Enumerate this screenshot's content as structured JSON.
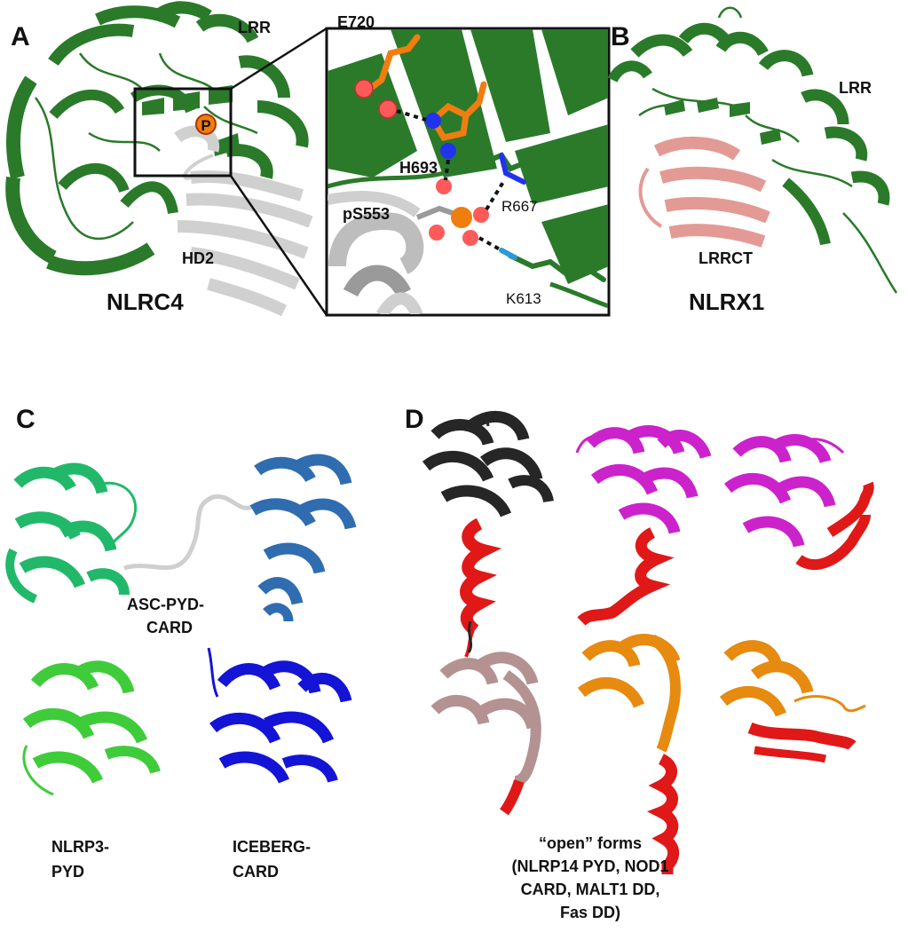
{
  "panels": {
    "A": "A",
    "B": "B",
    "C": "C",
    "D": "D"
  },
  "panel_a": {
    "lrr": "LRR",
    "hd2": "HD2",
    "name": "NLRC4",
    "phospho_marker": "P"
  },
  "inset": {
    "e720": "E720",
    "h693": "H693",
    "ps553": "pS553",
    "r667": "R667",
    "k613": "K613"
  },
  "panel_b": {
    "lrr": "LRR",
    "lrrct": "LRRCT",
    "name": "NLRX1"
  },
  "panel_c": {
    "asc_line1": "ASC-PYD-",
    "asc_line2": "CARD",
    "nlrp3_line1": "NLRP3-",
    "nlrp3_line2": "PYD",
    "iceberg_line1": "ICEBERG-",
    "iceberg_line2": "CARD"
  },
  "panel_d": {
    "line1": "“open” forms",
    "line2": "(NLRP14 PYD, NOD1",
    "line3": "CARD, MALT1 DD,",
    "line4": "Fas DD)"
  },
  "colors": {
    "nlrc4_green": "#2a7a2a",
    "hd2_gray": "#d0d0d0",
    "orange": "#f07d10",
    "salmon": "#e39a95",
    "asc_green": "#22b86a",
    "asc_blue": "#2f6db0",
    "nlrp3_green": "#3fcc3a",
    "iceberg_blue": "#1414d6",
    "black": "#262626",
    "magenta": "#cc22cc",
    "red": "#e01818",
    "mauve": "#b49292",
    "amber": "#e68a10",
    "oxygen": "#ff5a5a",
    "nitrogen": "#2233ee"
  }
}
